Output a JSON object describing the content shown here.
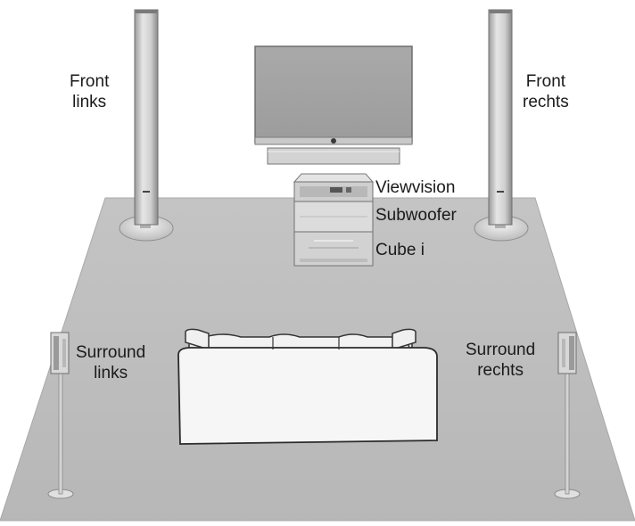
{
  "labels": {
    "front_left": [
      "Front",
      "links"
    ],
    "front_right": [
      "Front",
      "rechts"
    ],
    "viewvision": "Viewvision",
    "subwoofer": "Subwoofer",
    "cube": "Cube i",
    "surround_left": [
      "Surround",
      "links"
    ],
    "surround_right": [
      "Surround",
      "rechts"
    ]
  },
  "colors": {
    "floor": "#bdbdbd",
    "floor_edge": "#a9a9a9",
    "device": "#d6d6d6",
    "device_dark": "#8e8e8e",
    "screen": "#a5a5a5",
    "sofa": "#f4f4f4",
    "outline": "#2b2b2b"
  }
}
